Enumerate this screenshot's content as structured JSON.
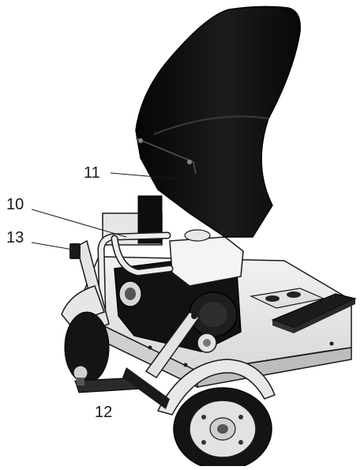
{
  "callouts": {
    "hopper": "11",
    "handle_bar": "10",
    "tow_bar_latch": "13",
    "hitch_ball": "12"
  },
  "icons": {
    "hopper": "hopper-icon",
    "engine": "engine-icon",
    "wheel": "wheel-icon",
    "hitch": "trailer-hitch-icon"
  },
  "colors": {
    "hopper": "#111111",
    "frame": "#e8e8e8",
    "outline": "#1a1a1a",
    "tire": "#141414"
  }
}
